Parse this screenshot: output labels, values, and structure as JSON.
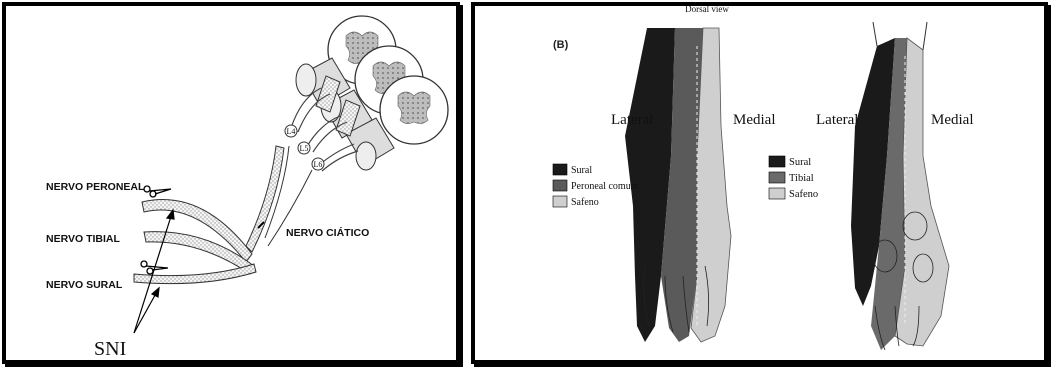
{
  "left": {
    "labels": {
      "peroneal": "NERVO PERONEAL",
      "tibial": "NERVO TIBIAL",
      "sural": "NERVO SURAL",
      "sciatic": "NERVO CIÁTICO",
      "sni": "SNI",
      "l4": "L4",
      "l5": "L5",
      "l6": "L6"
    }
  },
  "right": {
    "panel_letter": "(B)",
    "top_cut_text": "Dorsal view",
    "lateral_1": "Lateral",
    "medial_1": "Medial",
    "lateral_2": "Lateral",
    "medial_2": "Medial",
    "legend_1": [
      "Sural",
      "Peroneal comum",
      "Safeno"
    ],
    "legend_2": [
      "Sural",
      "Tibial",
      "Safeno"
    ],
    "colors": {
      "sural": "#1a1a1a",
      "peroneal": "#5a5a5a",
      "tibial": "#6a6a6a",
      "safeno": "#cfcfcf"
    }
  }
}
